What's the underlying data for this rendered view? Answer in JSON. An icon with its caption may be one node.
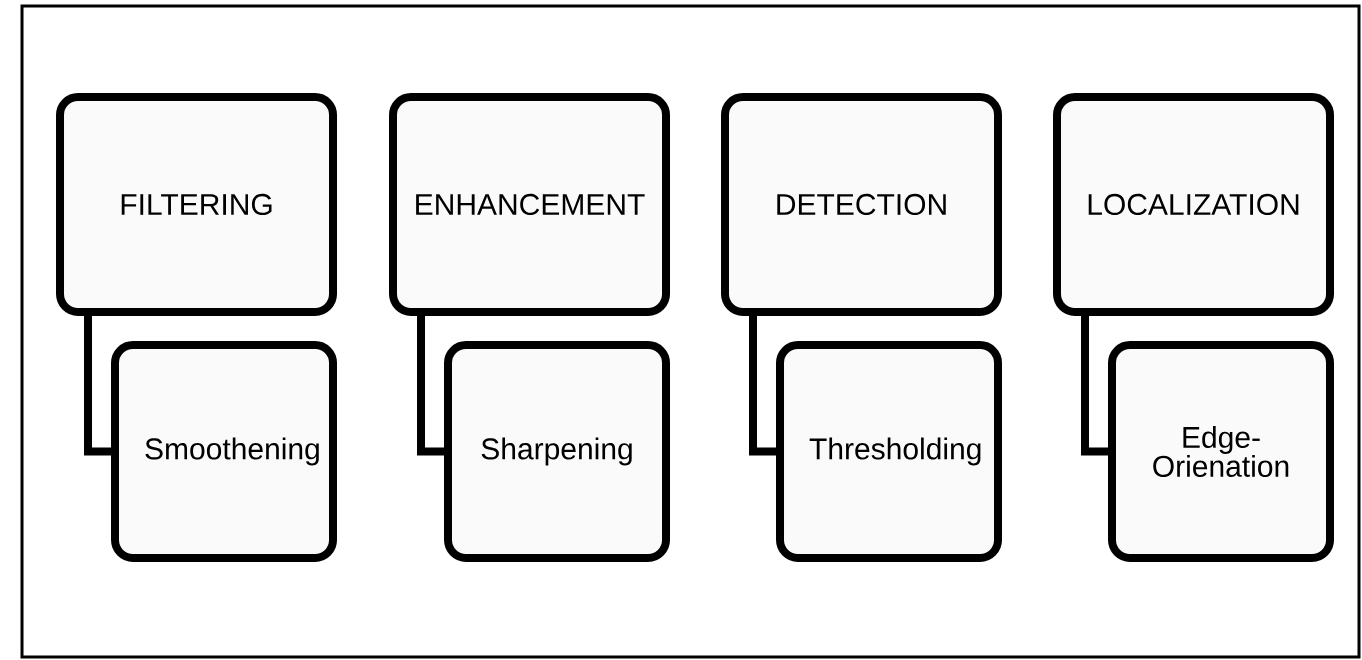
{
  "diagram": {
    "nodes": [
      {
        "text": [
          "FILTERING"
        ]
      },
      {
        "text": [
          "Smoothening"
        ]
      },
      {
        "text": [
          "ENHANCEMENT"
        ]
      },
      {
        "text": [
          "Sharpening"
        ]
      },
      {
        "text": [
          "DETECTION"
        ]
      },
      {
        "text": [
          "Thresholding"
        ]
      },
      {
        "text": [
          "LOCALIZATION"
        ]
      },
      {
        "text": [
          "Edge- Orienation"
        ]
      }
    ],
    "edges": [
      {
        "from": 0,
        "to": 1,
        "arrow": "none"
      },
      {
        "from": 2,
        "to": 3,
        "arrow": "none"
      },
      {
        "from": 4,
        "to": 5,
        "arrow": "none"
      },
      {
        "from": 6,
        "to": 7,
        "arrow": "none"
      }
    ]
  }
}
